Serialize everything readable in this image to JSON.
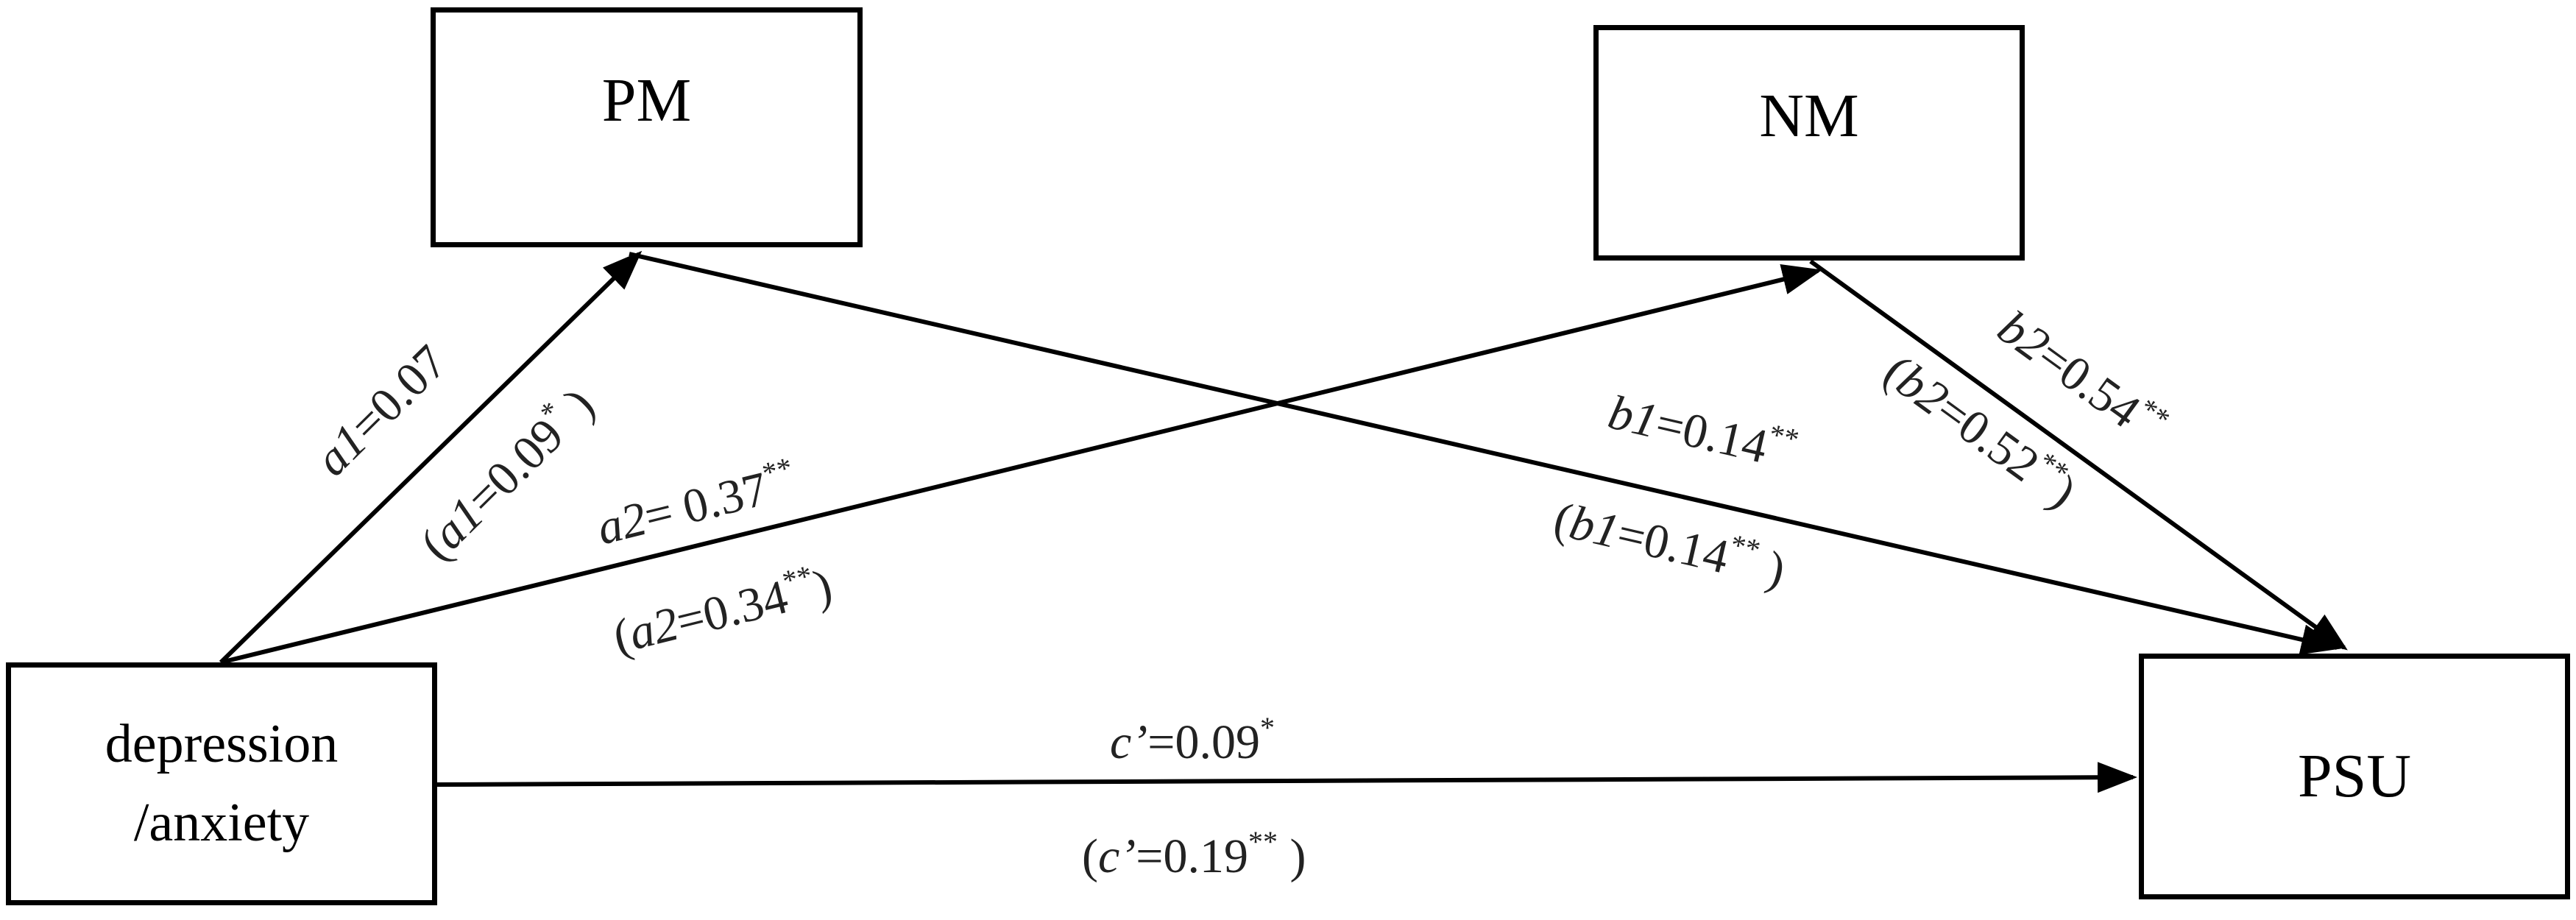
{
  "nodes": {
    "pm": "PM",
    "nm": "NM",
    "depression": "depression\n/anxiety",
    "psu": "PSU"
  },
  "paths": {
    "a1": {
      "var": "a1",
      "value": "=0.07",
      "sig": ""
    },
    "a1_paren": {
      "open": "(",
      "var": "a1",
      "value": "=0.09",
      "sig": "*",
      "close": " )"
    },
    "a2": {
      "var": "a2",
      "value": "= 0.37",
      "sig": "**"
    },
    "a2_paren": {
      "open": "(",
      "var": "a2",
      "value": "=0.34",
      "sig": "**",
      "close": ")"
    },
    "b1": {
      "var": "b1",
      "value": "=0.14",
      "sig": "**"
    },
    "b1_paren": {
      "open": "(",
      "var": "b1",
      "value": "=0.14",
      "sig": "**",
      "close": " )"
    },
    "b2": {
      "var": "b2",
      "value": "=0.54",
      "sig": "**"
    },
    "b2_paren": {
      "open": "(",
      "var": "b2",
      "value": "=0.52",
      "sig": "**",
      "close": ")"
    },
    "c": {
      "var": "c’",
      "value": "=0.09",
      "sig": "*"
    },
    "c_paren": {
      "open": "(",
      "var": "c’",
      "value": "=0.19",
      "sig": "**",
      "close": " )"
    }
  }
}
